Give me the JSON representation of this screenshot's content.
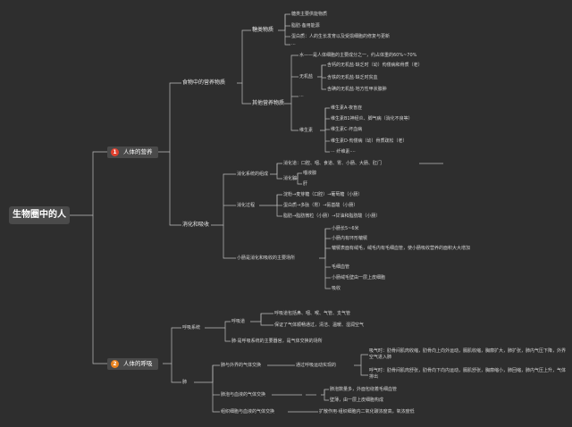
{
  "root": {
    "label": "生物圈中的人"
  },
  "main": [
    {
      "badge": "1",
      "label": "人体的营养",
      "color": "#e0402e"
    },
    {
      "badge": "2",
      "label": "人体的呼吸",
      "color": "#e8821e"
    }
  ],
  "nutrition": {
    "nutrients": "食物中的营养物质",
    "sugar_group": "糖类物质",
    "sugar_items": [
      "糖类主要供能物质",
      "脂肪·备用能源",
      "蛋白质：人的生长发育以及受损细胞的修复与更新",
      "···"
    ],
    "water_line": "水——是人体细胞的主要成分之一，约占体重的60%~70%",
    "other_group": "其他营养物质",
    "inorganic_group": "无机盐",
    "inorganic_items": [
      "含钙的无机盐·缺乏时（幼）佝偻病和骨质（老）",
      "含铁的无机盐·缺乏时贫血",
      "含碘的无机盐·地方性甲状腺肿"
    ],
    "other_dots": "···",
    "vitamin_group": "维生素",
    "vitamin_items": [
      "维生素A·夜盲症",
      "维生素B1神经炎、脚气病（消化不良等）",
      "维生素C·坏血病",
      "维生素D·佝偻病（幼）骨质疏松（老）",
      "··· 纤维素····"
    ],
    "digestion": "消化和吸收",
    "digest_system": "消化系统的组成",
    "digest_tract": "消化道：口腔、咽、食道、胃、小肠、大肠、肛门",
    "digest_glands_group": "消化腺",
    "digest_glands": [
      "唾液腺",
      "肝"
    ],
    "digest_process": "消化过程",
    "digest_steps": [
      "淀粉→麦芽糖（口腔）→葡萄糖（小肠）",
      "蛋白质→多肽（胃）→氨基酸（小肠）",
      "脂肪→脂肪微粒（小肠）→甘油和脂肪酸（小肠）"
    ],
    "small_intestine": "小肠是消化和吸收的主要场所",
    "intestine_items": [
      "小肠长5~6米",
      "小肠内有环形皱襞",
      "皱襞表面有绒毛，绒毛内有毛细血管，使小肠吸收营养的面积大大增加",
      "毛细血管",
      "小肠绒毛壁由一层上皮细胞",
      "吸收"
    ]
  },
  "breathing": {
    "respiratory_system": "呼吸系统",
    "airway": "呼吸道",
    "airway_items": [
      "呼吸道包括鼻、咽、喉、气管、支气管",
      "保证了气体顺畅通过，清洁、温暖、湿润空气"
    ],
    "lungs": "肺·是呼吸系统的主要器官，是气体交换的场所",
    "lung_group": "肺",
    "lung_exchange": "肺与外界的气体交换",
    "exchange_principle": "通过呼吸运动实现的",
    "inhale": "吸气时：肋骨间肌肉收缩，肋骨向上向外运动，膈肌收缩，胸廓扩大，肺扩张，肺内气压下降，外界空气进入肺",
    "exhale": "呼气时：肋骨间肌肉舒张，肋骨向下向内运动，膈肌舒张，胸廓缩小，肺回缩，肺内气压上升，气体排出",
    "alveoli_exchange": "肺泡与血液的气体交换",
    "alveoli_items": [
      "肺泡数量多，外面包绕着毛细血管",
      "壁薄，由一层上皮细胞构成"
    ],
    "tissue_exchange": "组织细胞与血液的气体交换",
    "tissue_desc": "扩散作用·组织细胞内二氧化碳浓度高，氧浓度低"
  }
}
